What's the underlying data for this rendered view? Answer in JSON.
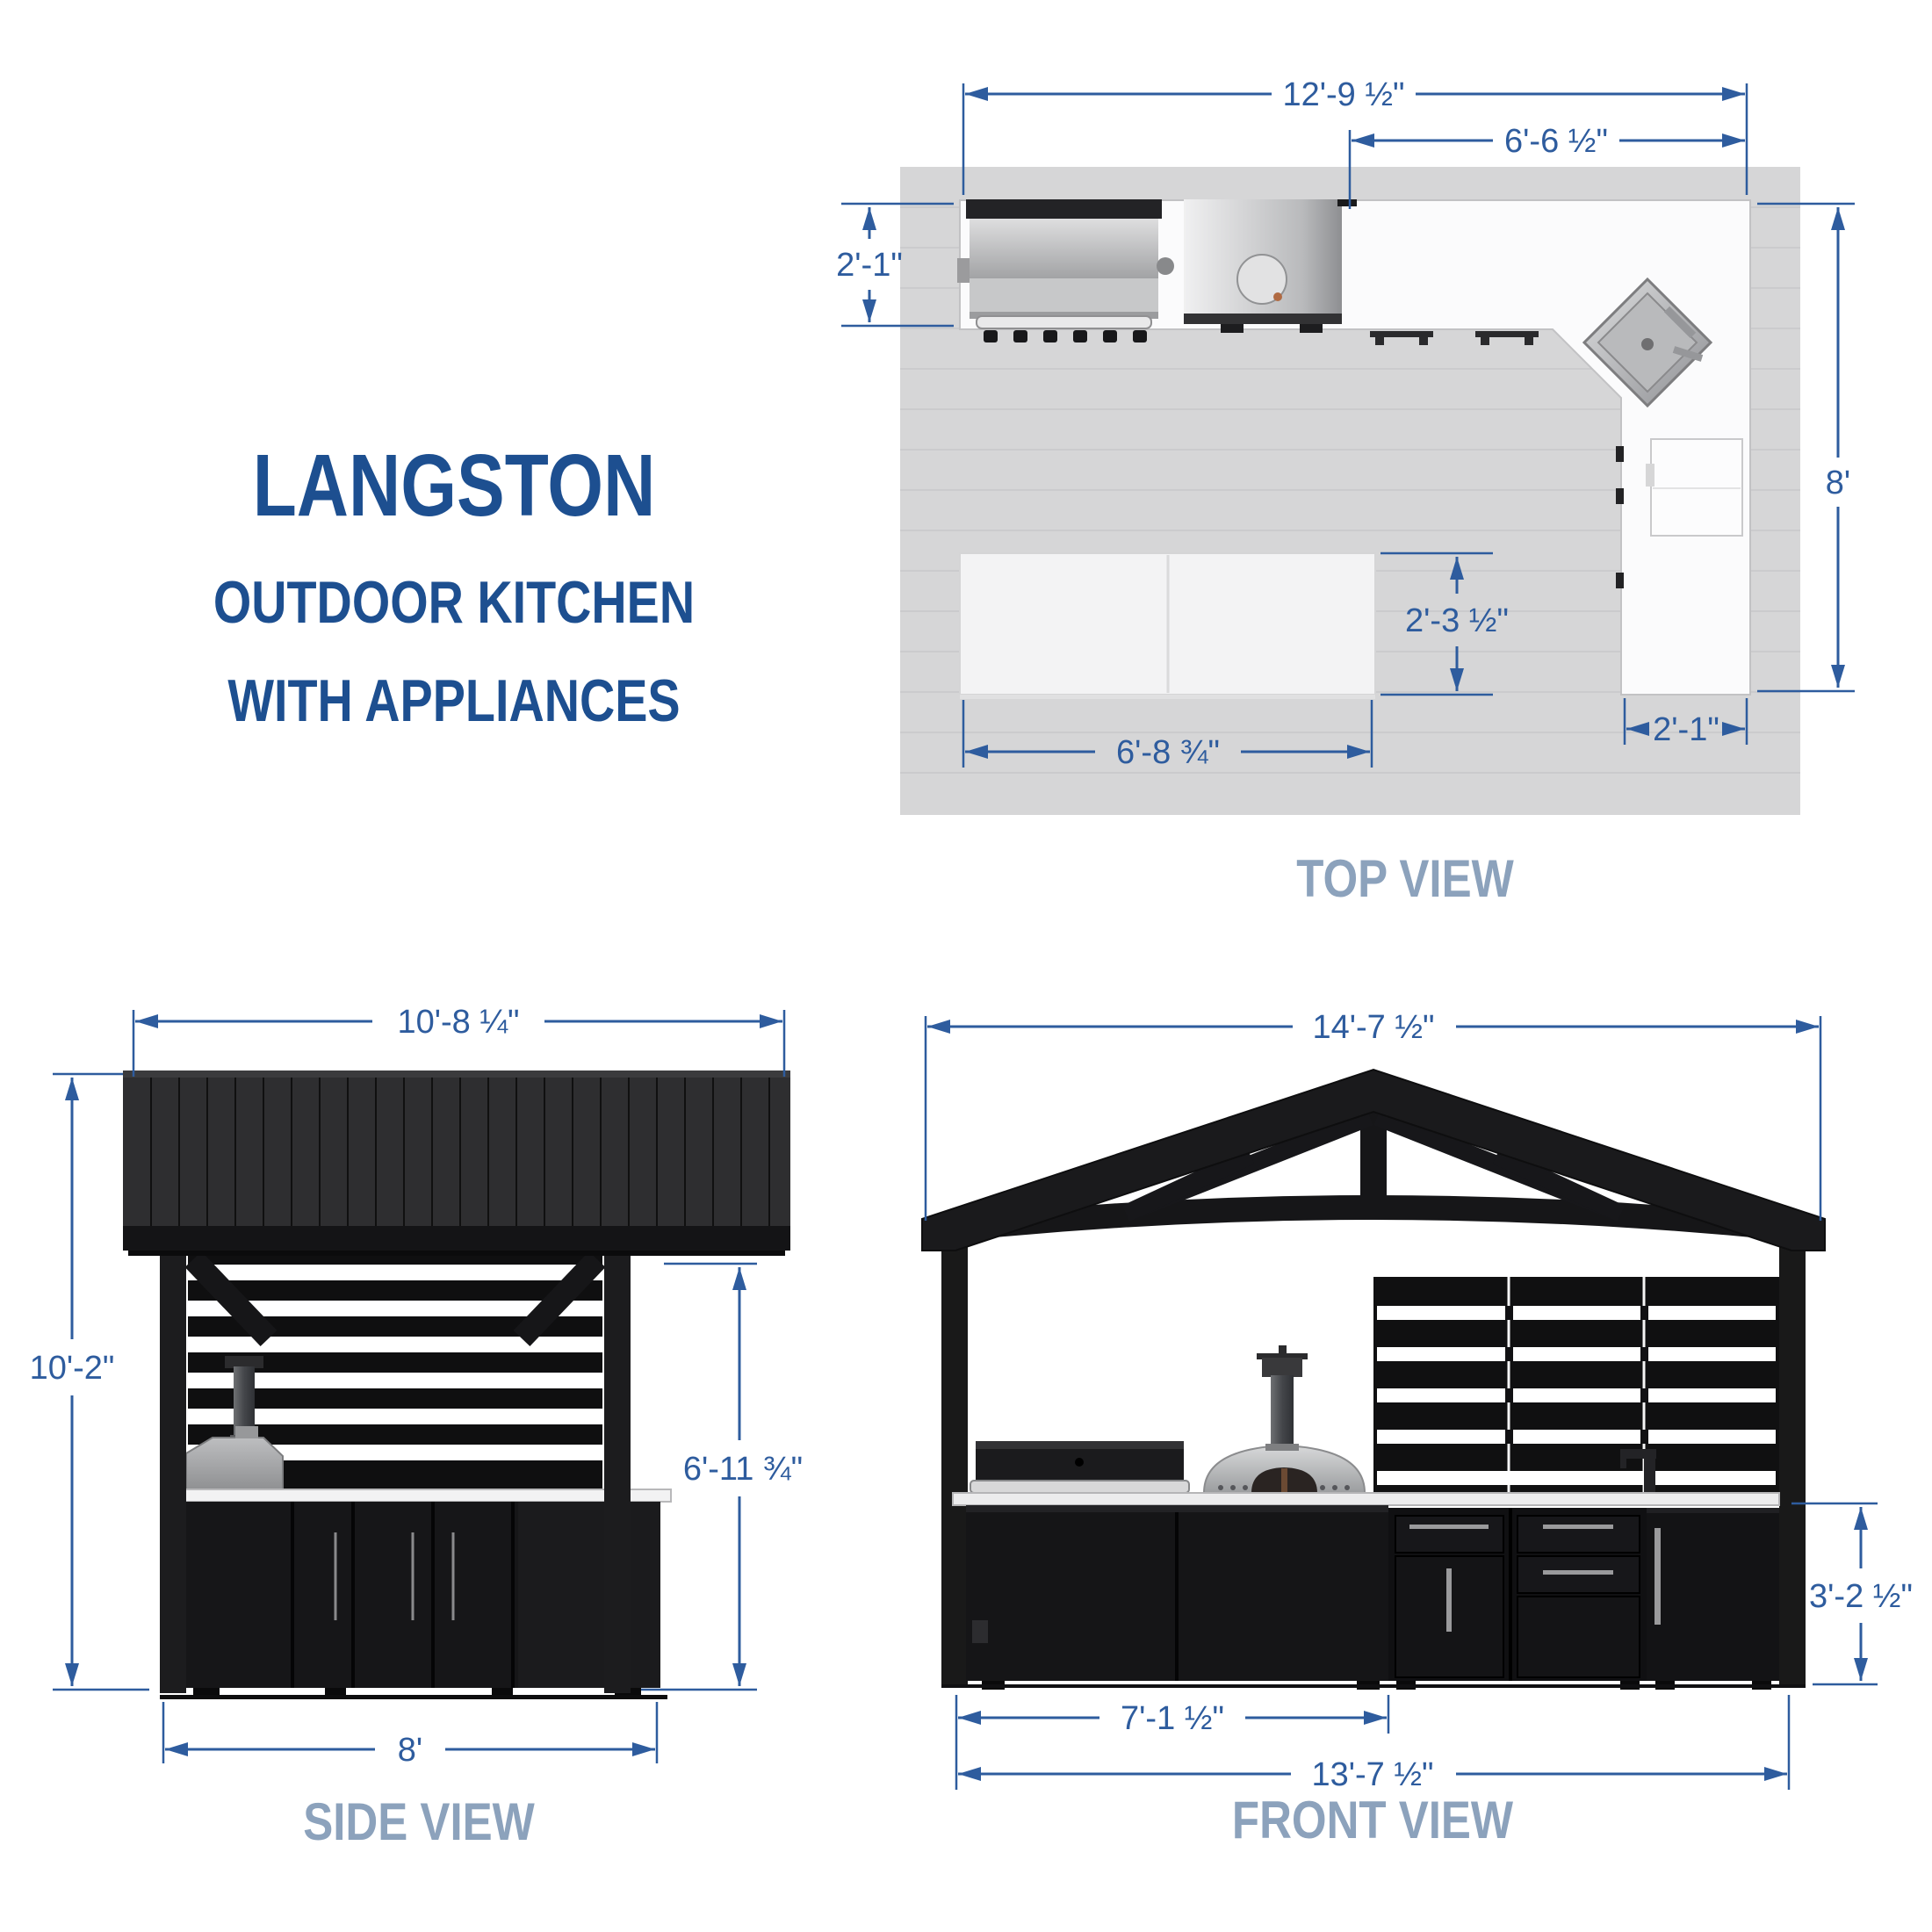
{
  "title": {
    "line1": "LANGSTON",
    "line2": "OUTDOOR KITCHEN",
    "line3": "WITH APPLIANCES"
  },
  "colors": {
    "title_blue": "#1d4f90",
    "dimension_blue": "#2e5c9e",
    "view_label_blue_gray": "#8ca2bc",
    "deck_gray": "#d6d6d7",
    "counter_white": "#fbfbfc",
    "structure_black": "#161618",
    "stainless_steel": "#c7c8ca"
  },
  "views": {
    "top": {
      "label": "TOP VIEW",
      "dimensions": {
        "overall_width": "12'-9 ½\"",
        "right_run_width": "6'-6 ½\"",
        "counter_depth": "2'-1\"",
        "overall_depth": "8'",
        "island_depth": "2'-3 ½\"",
        "island_width": "6'-8 ¾\"",
        "right_counter_width": "2'-1\""
      }
    },
    "side": {
      "label": "SIDE VIEW",
      "dimensions": {
        "roof_width": "10'-8 ¼\"",
        "overall_height": "10'-2\"",
        "clearance_height": "6'-11 ¾\"",
        "base_width": "8'"
      }
    },
    "front": {
      "label": "FRONT VIEW",
      "dimensions": {
        "roof_width": "14'-7 ½\"",
        "island_width": "7'-1 ½\"",
        "base_width": "13'-7 ½\"",
        "counter_height": "3'-2 ½\""
      }
    }
  }
}
